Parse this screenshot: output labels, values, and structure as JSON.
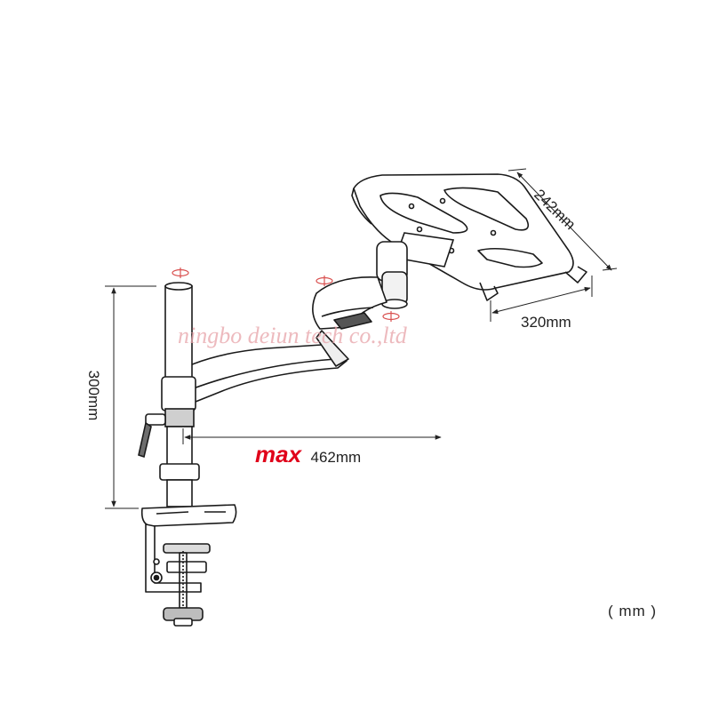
{
  "dimensions": {
    "height": "300mm",
    "tray_depth": "242mm",
    "tray_width": "320mm",
    "reach_prefix": "max",
    "reach_value": "462mm"
  },
  "watermark": "ningbo deiun tech co.,ltd",
  "unit_note": "( mm )",
  "colors": {
    "line": "#1a1a1a",
    "accent": "#e0001a",
    "rotate_icon": "#d9504f",
    "watermark": "#e7a3a9"
  }
}
